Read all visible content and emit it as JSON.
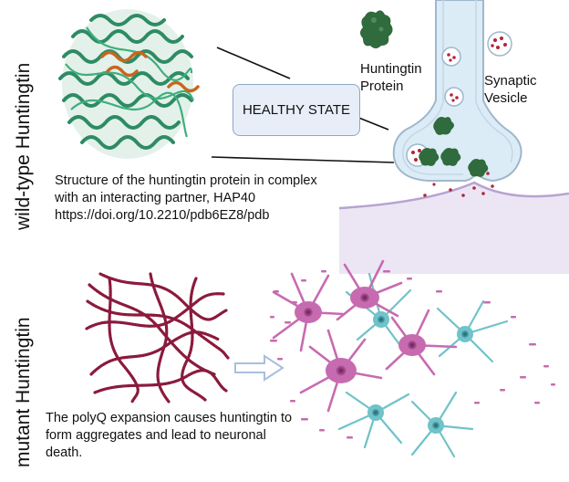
{
  "labels": {
    "wild_type": "wild-type Huntingtin",
    "mutant": "mutant Huntingtin",
    "healthy_state": "HEALTHY STATE",
    "huntingtin_protein": "Huntingtin\nProtein",
    "synaptic_vesicle": "Synaptic\nVesicle"
  },
  "captions": {
    "structure": "Structure of the huntingtin protein in complex with an interacting partner, HAP40 https://doi.org/10.2210/pdb6EZ8/pdb",
    "polyq": "The polyQ expansion causes huntingtin to form aggregates and lead to neuronal death."
  },
  "icons": {
    "protein_structure": "protein-ribbon-structure",
    "huntingtin": "huntingtin-protein-blob",
    "synapse": "synaptic-terminal",
    "aggregates": "protein-aggregate-chains",
    "arrow": "right-arrow",
    "neurons": "neuron-network"
  },
  "colors": {
    "protein_green": "#2e8b63",
    "protein_orange": "#c8661e",
    "huntingtin_dark": "#2f6b3c",
    "synapse_fill": "#dcecf7",
    "synapse_stroke": "#9fb7cc",
    "vesicle_dot": "#b3243c",
    "postsynaptic": "#ece6f4",
    "aggregate": "#8b1a3c",
    "neuron_pink": "#c76bb0",
    "neuron_teal": "#6fc3c9",
    "arrow": "#a9bedf"
  }
}
